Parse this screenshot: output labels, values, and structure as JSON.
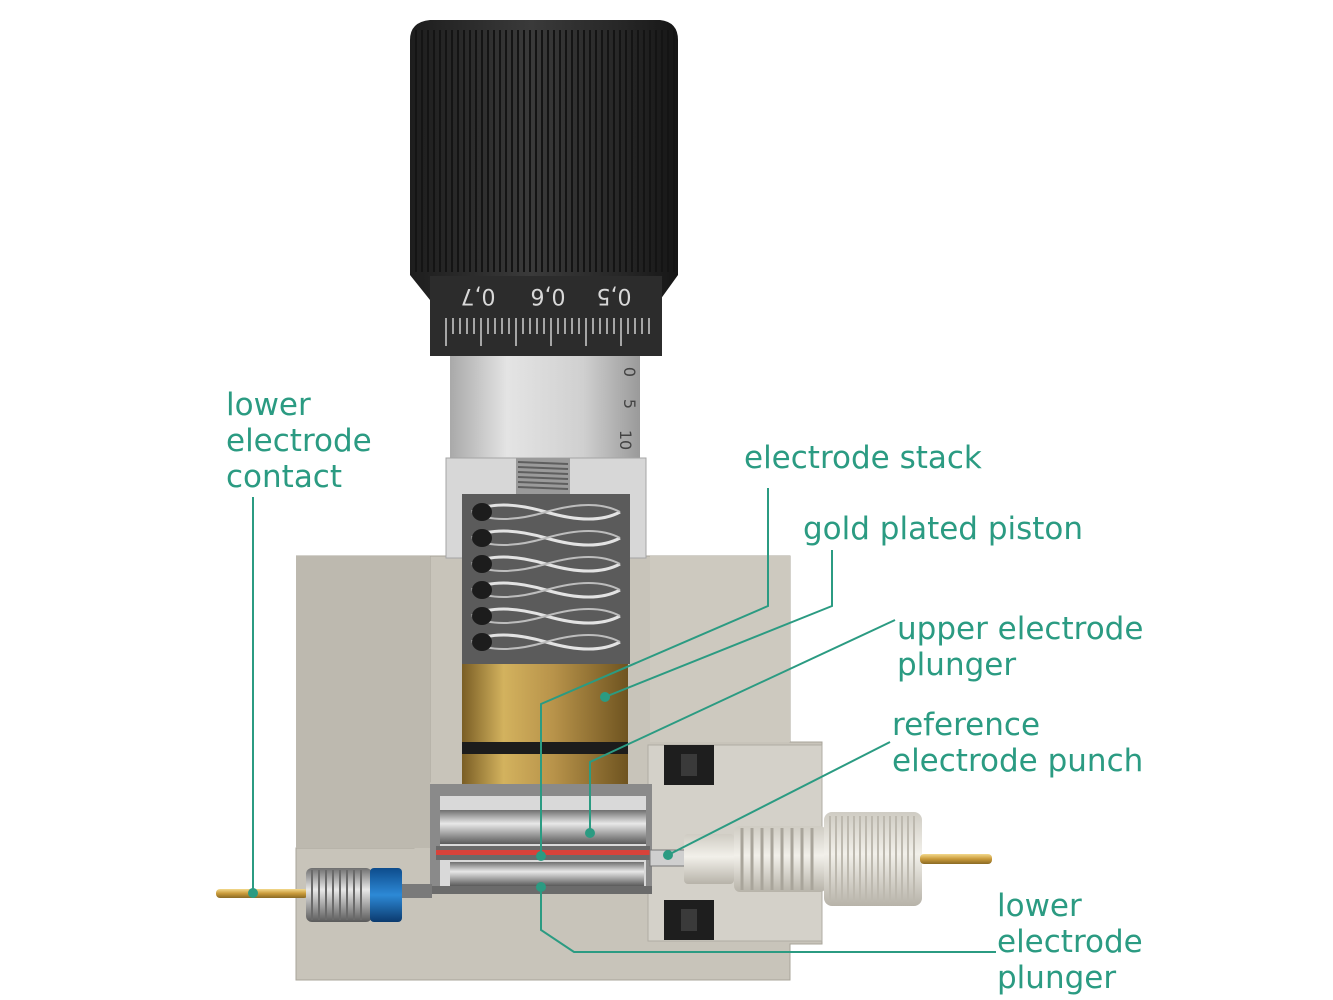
{
  "accent_color": "#2b9b82",
  "labels": {
    "lower_contact": [
      "lower",
      "electrode",
      "contact"
    ],
    "electrode_stack": [
      "electrode stack"
    ],
    "gold_piston": [
      "gold plated piston"
    ],
    "upper_plunger": [
      "upper electrode",
      "plunger"
    ],
    "reference_punch": [
      "reference",
      "electrode punch"
    ],
    "lower_plunger": [
      "lower",
      "electrode",
      "plunger"
    ]
  },
  "micrometer_scale": {
    "knob_marks": [
      "0,7",
      "0,6",
      "0,5"
    ],
    "sleeve_marks": [
      "0",
      "5",
      "10"
    ]
  }
}
